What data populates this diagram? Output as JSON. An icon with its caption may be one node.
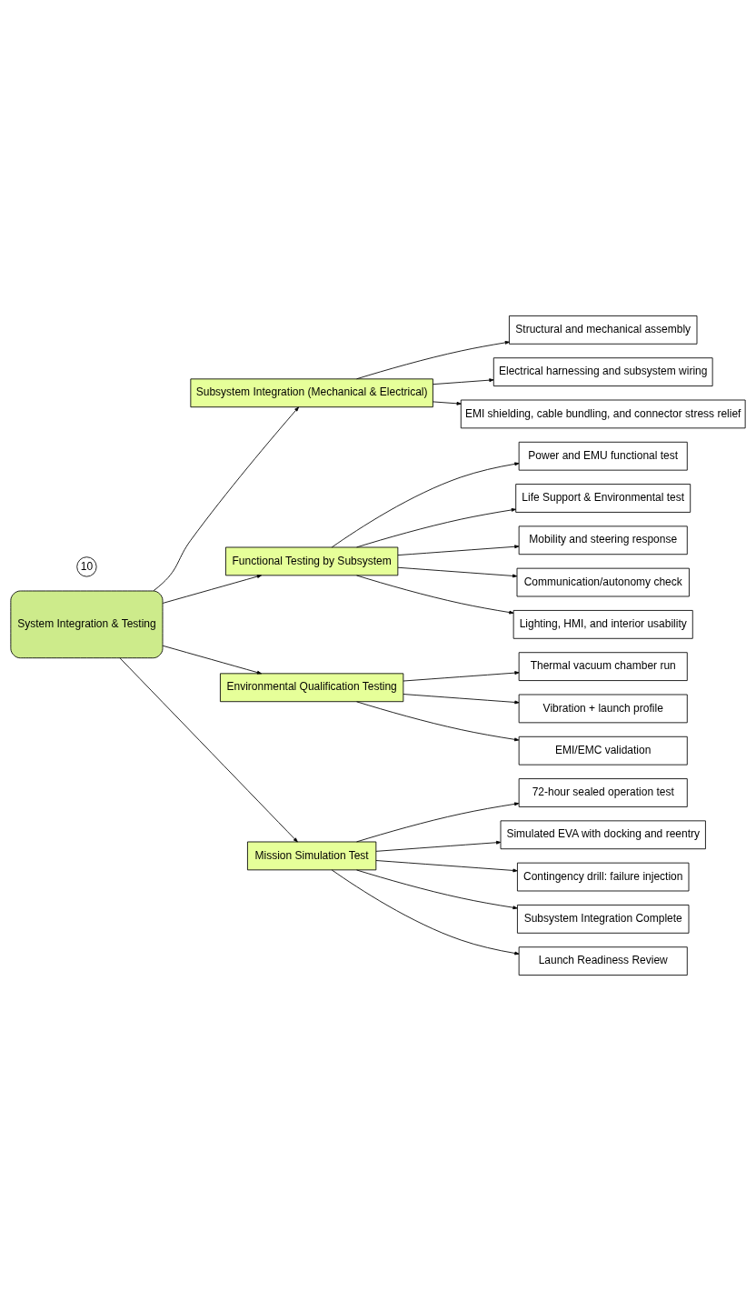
{
  "diagram": {
    "nodes": [
      {
        "text": [
          "10"
        ]
      },
      {
        "text": [
          "System Integration & Testing"
        ]
      },
      {
        "text": [
          "Subsystem Integration (Mechanical & Electrical)"
        ]
      },
      {
        "text": [
          "Structural and mechanical assembly"
        ]
      },
      {
        "text": [
          "Electrical harnessing and subsystem wiring"
        ]
      },
      {
        "text": [
          "EMI shielding, cable bundling, and connector stress relief"
        ]
      },
      {
        "text": [
          "Functional Testing by Subsystem"
        ]
      },
      {
        "text": [
          "Power and EMU functional test"
        ]
      },
      {
        "text": [
          "Life Support & Environmental test"
        ]
      },
      {
        "text": [
          "Mobility and steering response"
        ]
      },
      {
        "text": [
          "Communication/autonomy check"
        ]
      },
      {
        "text": [
          "Lighting, HMI, and interior usability"
        ]
      },
      {
        "text": [
          "Environmental Qualification Testing"
        ]
      },
      {
        "text": [
          "Thermal vacuum chamber run"
        ]
      },
      {
        "text": [
          "Vibration + launch profile"
        ]
      },
      {
        "text": [
          "EMI/EMC validation"
        ]
      },
      {
        "text": [
          "Mission Simulation Test"
        ]
      },
      {
        "text": [
          "72-hour sealed operation test"
        ]
      },
      {
        "text": [
          "Simulated EVA with docking and reentry"
        ]
      },
      {
        "text": [
          "Contingency drill: failure injection"
        ]
      },
      {
        "text": [
          "Subsystem Integration Complete"
        ]
      },
      {
        "text": [
          "Launch Readiness Review"
        ]
      }
    ],
    "edges": [
      {
        "from": 1,
        "to": 2,
        "arrow": "to"
      },
      {
        "from": 1,
        "to": 6,
        "arrow": "to"
      },
      {
        "from": 1,
        "to": 12,
        "arrow": "to"
      },
      {
        "from": 1,
        "to": 16,
        "arrow": "to"
      },
      {
        "from": 2,
        "to": 3,
        "arrow": "to"
      },
      {
        "from": 2,
        "to": 4,
        "arrow": "to"
      },
      {
        "from": 2,
        "to": 5,
        "arrow": "to"
      },
      {
        "from": 6,
        "to": 7,
        "arrow": "to"
      },
      {
        "from": 6,
        "to": 8,
        "arrow": "to"
      },
      {
        "from": 6,
        "to": 9,
        "arrow": "to"
      },
      {
        "from": 6,
        "to": 10,
        "arrow": "to"
      },
      {
        "from": 6,
        "to": 11,
        "arrow": "to"
      },
      {
        "from": 12,
        "to": 13,
        "arrow": "to"
      },
      {
        "from": 12,
        "to": 14,
        "arrow": "to"
      },
      {
        "from": 12,
        "to": 15,
        "arrow": "to"
      },
      {
        "from": 16,
        "to": 17,
        "arrow": "to"
      },
      {
        "from": 16,
        "to": 18,
        "arrow": "to"
      },
      {
        "from": 16,
        "to": 19,
        "arrow": "to"
      },
      {
        "from": 16,
        "to": 20,
        "arrow": "to"
      },
      {
        "from": 16,
        "to": 21,
        "arrow": "to"
      }
    ]
  }
}
